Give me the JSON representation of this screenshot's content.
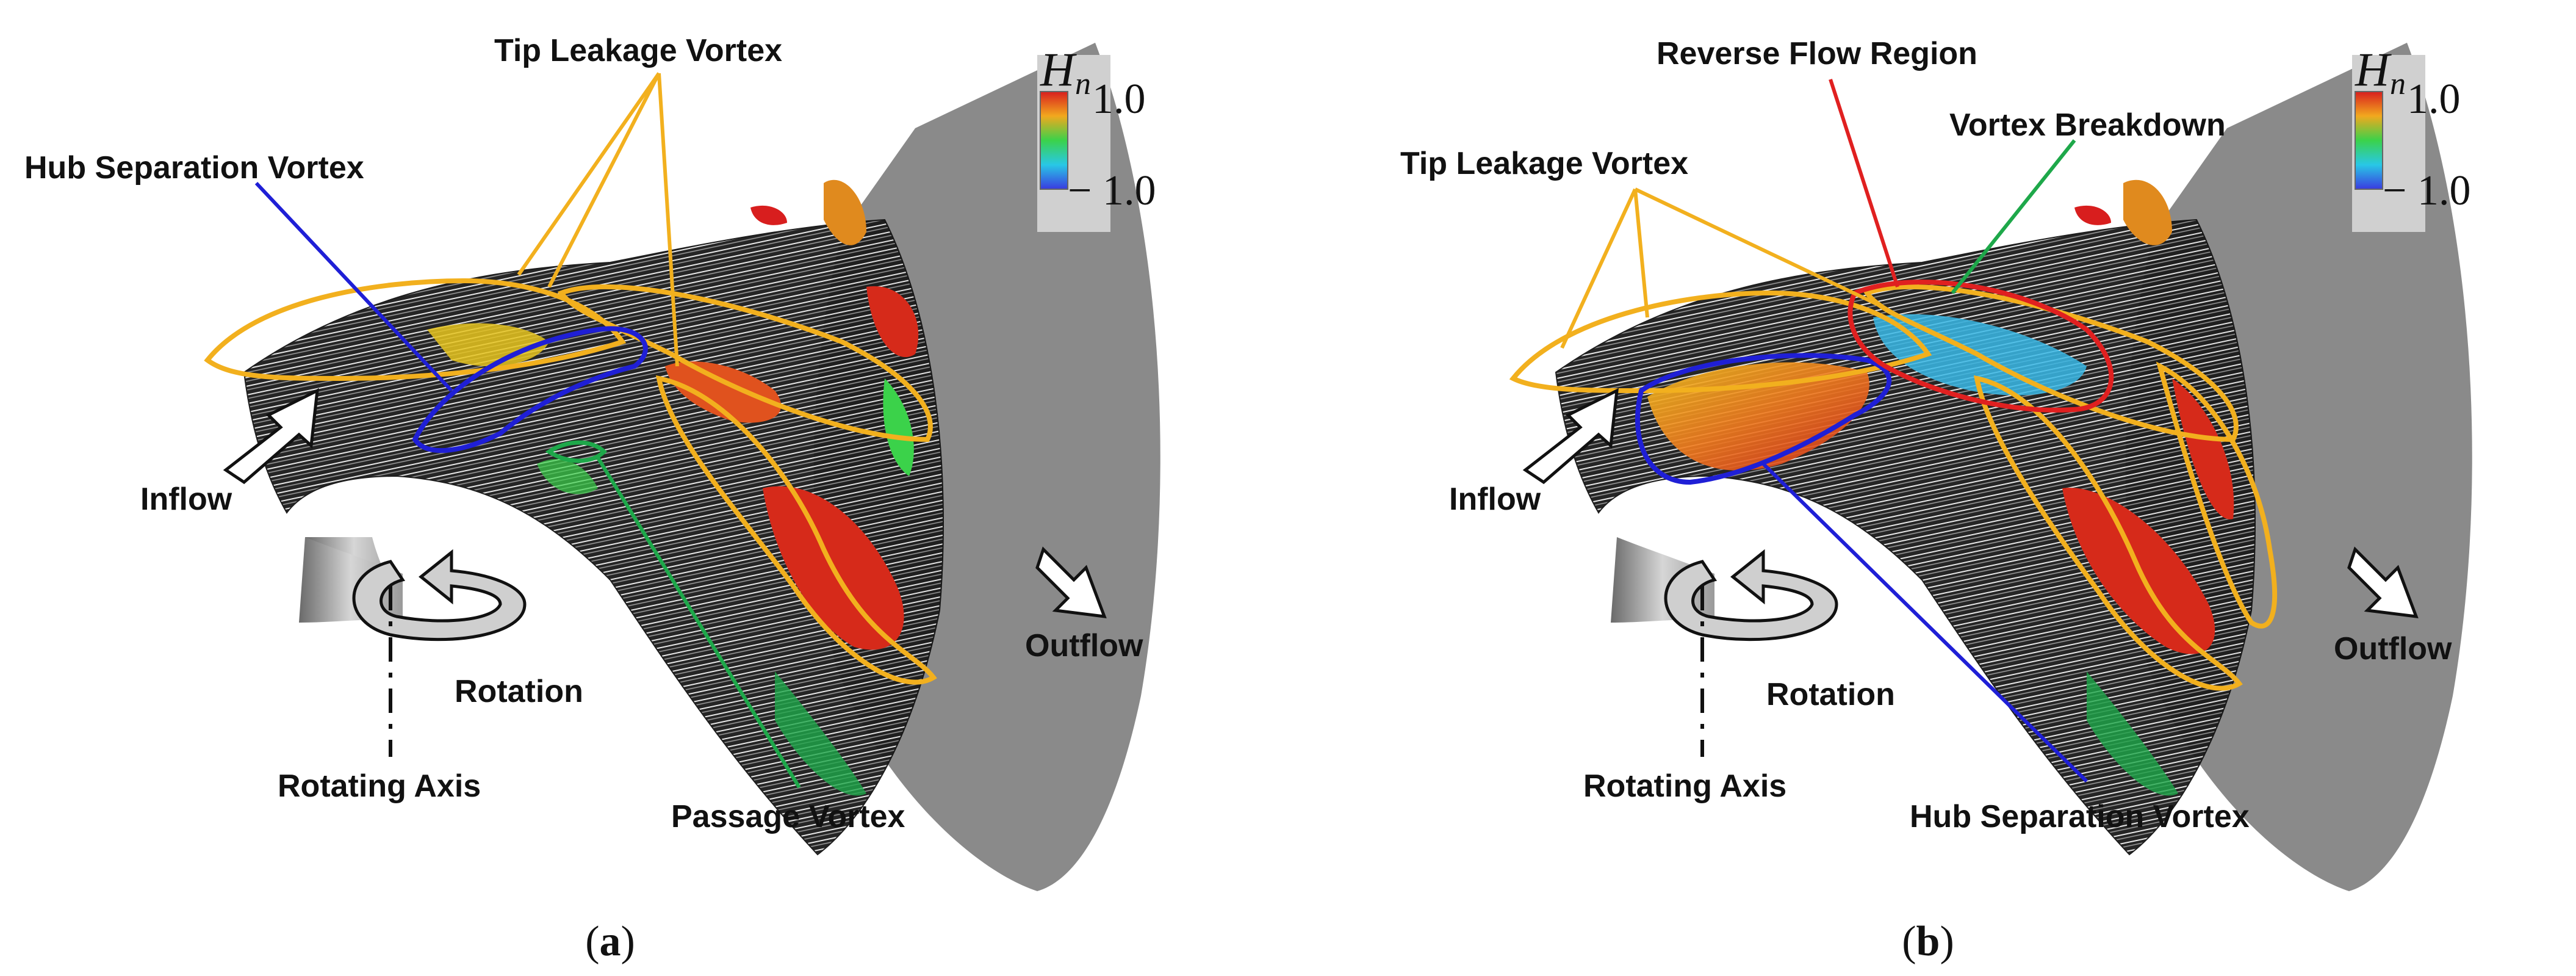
{
  "panels": [
    {
      "caption": {
        "open": "(",
        "letter": "a",
        "close": ")"
      },
      "labels": {
        "tip_leakage_vortex": "Tip Leakage Vortex",
        "hub_separation_vortex": "Hub Separation Vortex",
        "inflow": "Inflow",
        "outflow": "Outflow",
        "rotation": "Rotation",
        "rotating_axis": "Rotating Axis",
        "passage_vortex": "Passage Vortex"
      },
      "legend": {
        "symbol": "H",
        "subscript": "n",
        "max": "1.0",
        "min": "− 1.0"
      }
    },
    {
      "caption": {
        "open": "(",
        "letter": "b",
        "close": ")"
      },
      "labels": {
        "reverse_flow_region": "Reverse Flow Region",
        "vortex_breakdown": "Vortex Breakdown",
        "tip_leakage_vortex": "Tip Leakage Vortex",
        "inflow": "Inflow",
        "outflow": "Outflow",
        "rotation": "Rotation",
        "rotating_axis": "Rotating Axis",
        "hub_separation_vortex": "Hub Separation Vortex"
      },
      "legend": {
        "symbol": "H",
        "subscript": "n",
        "max": "1.0",
        "min": "− 1.0"
      }
    }
  ],
  "colors": {
    "tip_leakage": "#f2b01e",
    "hub_separation": "#1f1fd6",
    "passage_vortex": "#1ea84a",
    "reverse_flow": "#e02020",
    "vortex_breakdown": "#1ea84a",
    "casing": "#8a8a8a",
    "streamlines": "#222222"
  },
  "icons": [
    "inflow-arrow-icon",
    "outflow-arrow-icon",
    "rotation-arrow-icon",
    "rotating-axis-line"
  ]
}
